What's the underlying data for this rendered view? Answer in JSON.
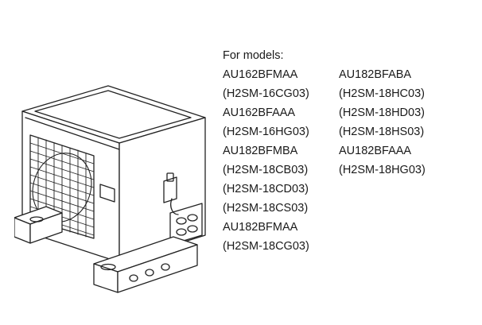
{
  "models_heading": "For models:",
  "column_1": [
    "AU162BFMAA",
    "(H2SM-16CG03)",
    "AU162BFAAA",
    "(H2SM-16HG03)",
    "AU182BFMBA",
    "(H2SM-18CB03)",
    "(H2SM-18CD03)",
    "(H2SM-18CS03)",
    "AU182BFMAA",
    "(H2SM-18CG03)"
  ],
  "column_2": [
    "AU182BFABA",
    "(H2SM-18HC03)",
    "(H2SM-18HD03)",
    "(H2SM-18HS03)",
    "AU182BFAAA",
    "(H2SM-18HG03)"
  ]
}
